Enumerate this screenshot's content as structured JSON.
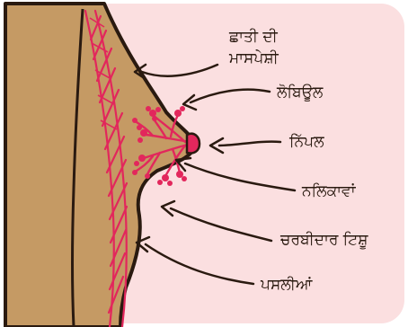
{
  "colors": {
    "background_panel": "#fbdfe0",
    "skin": "#c59a64",
    "outline": "#2a1a10",
    "tissue_red": "#e2275c"
  },
  "labels": {
    "chest_muscle_line1": "ਛਾਤੀ ਦੀ",
    "chest_muscle_line2": "ਮਾਸਪੇਸ਼ੀ",
    "lobule": "ਲੋਬਿਊਲ",
    "nipple": "ਨਿੱਪਲ",
    "ducts": "ਨਲਿਕਾਵਾਂ",
    "fatty_tissue": "ਚਰਬੀਦਾਰ ਟਿਸ਼ੂ",
    "ribs": "ਪਸਲੀਆਂ"
  }
}
